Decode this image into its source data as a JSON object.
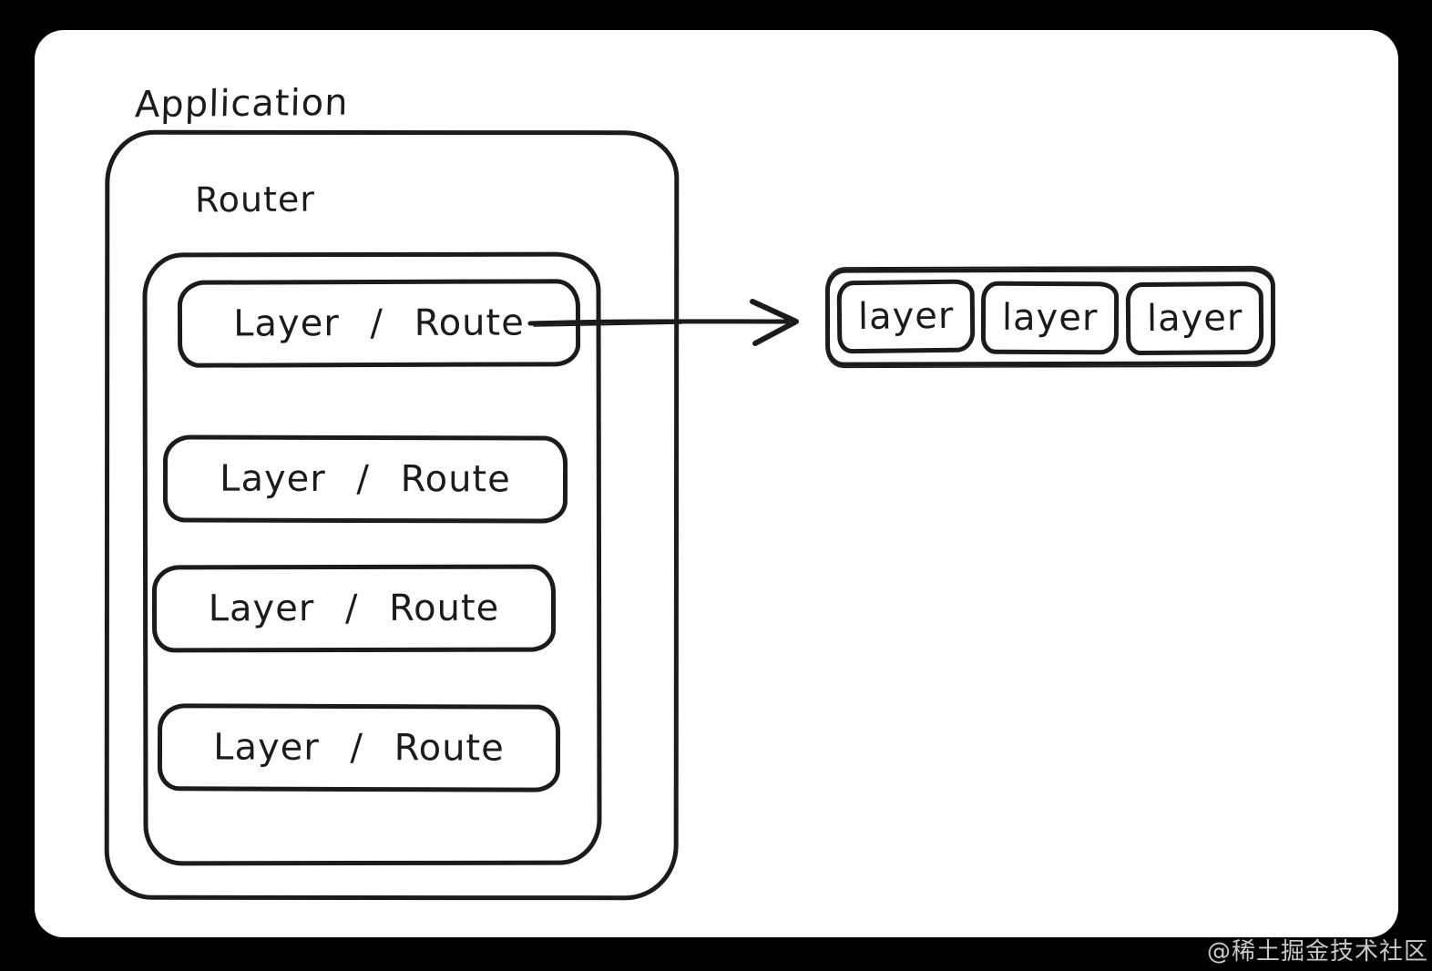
{
  "page": {
    "background": "#000000",
    "card_background": "#ffffff",
    "stroke_color": "#1b1b1b",
    "watermark_color": "#c9c9c9"
  },
  "diagram": {
    "application_label": "Application",
    "router_label": "Router",
    "route_boxes": [
      "Layer / Route",
      "Layer / Route",
      "Layer / Route",
      "Layer / Route"
    ],
    "layer_group": {
      "items": [
        "layer",
        "layer",
        "layer"
      ]
    },
    "arrow": {
      "from": "first Layer / Route box",
      "to": "layer group"
    }
  },
  "watermark": {
    "text": "@稀土掘金技术社区"
  }
}
